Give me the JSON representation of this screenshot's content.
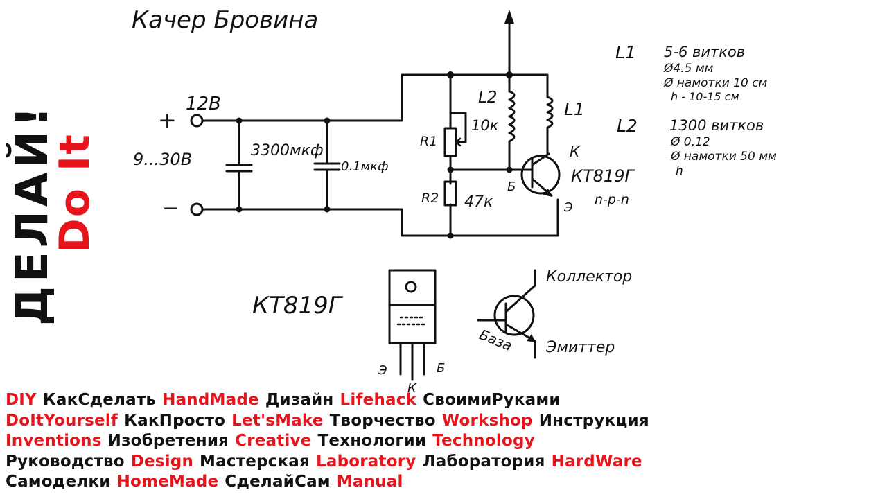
{
  "colors": {
    "red": "#e8141c",
    "black": "#111111"
  },
  "brand": {
    "ru": "ДЕЛАЙ!",
    "en": "Do It"
  },
  "diagram": {
    "title": "Качер Бровина",
    "supply_voltage": "12В",
    "plus": "+",
    "minus": "−",
    "supply_range": "9...30В",
    "c1_label": "3300мкф",
    "c2_label": "0.1мкф",
    "r1_label": "R1",
    "r1_value": "10к",
    "r2_label": "R2",
    "r2_value": "47к",
    "l2_label": "L2",
    "l1_label": "L1",
    "k_label": "К",
    "b_label": "Б",
    "e_label": "Э",
    "transistor": "КТ819Г",
    "type": "n-p-n",
    "l1_spec": {
      "name": "L1",
      "line1": "5-6 витков",
      "line2": "Ø4.5 мм",
      "line3": "Ø намотки 10 см",
      "line4": "h - 10-15 см"
    },
    "l2_spec": {
      "name": "L2",
      "line1": "1300 витков",
      "line2": "Ø 0,12",
      "line3": "Ø намотки 50 мм",
      "line4": "h"
    },
    "package_label": "КТ819Г",
    "pin_e": "Э",
    "pin_k": "К",
    "pin_b": "Б",
    "collector": "Коллектор",
    "base": "База",
    "emitter": "Эмиттер"
  },
  "tags": [
    [
      {
        "text": "DIY",
        "color": "red"
      },
      {
        "text": "КакСделать",
        "color": "black"
      },
      {
        "text": "HandMade",
        "color": "red"
      },
      {
        "text": "Дизайн",
        "color": "black"
      },
      {
        "text": "Lifehack",
        "color": "red"
      },
      {
        "text": "СвоимиРуками",
        "color": "black"
      }
    ],
    [
      {
        "text": "DoItYourself",
        "color": "red"
      },
      {
        "text": "КакПросто",
        "color": "black"
      },
      {
        "text": "Let'sMake",
        "color": "red"
      },
      {
        "text": "Творчество",
        "color": "black"
      },
      {
        "text": "Workshop",
        "color": "red"
      },
      {
        "text": "Инструкция",
        "color": "black"
      }
    ],
    [
      {
        "text": "Inventions",
        "color": "red"
      },
      {
        "text": "Изобретения",
        "color": "black"
      },
      {
        "text": "Creative",
        "color": "red"
      },
      {
        "text": "Технологии",
        "color": "black"
      },
      {
        "text": "Technology",
        "color": "red"
      }
    ],
    [
      {
        "text": "Руководство",
        "color": "black"
      },
      {
        "text": "Design",
        "color": "red"
      },
      {
        "text": "Мастерская",
        "color": "black"
      },
      {
        "text": "Laboratory",
        "color": "red"
      },
      {
        "text": "Лаборатория",
        "color": "black"
      },
      {
        "text": "HardWare",
        "color": "red"
      }
    ],
    [
      {
        "text": "Самоделки",
        "color": "black"
      },
      {
        "text": "HomeMade",
        "color": "red"
      },
      {
        "text": "СделайСам",
        "color": "black"
      },
      {
        "text": "Manual",
        "color": "red"
      }
    ]
  ]
}
